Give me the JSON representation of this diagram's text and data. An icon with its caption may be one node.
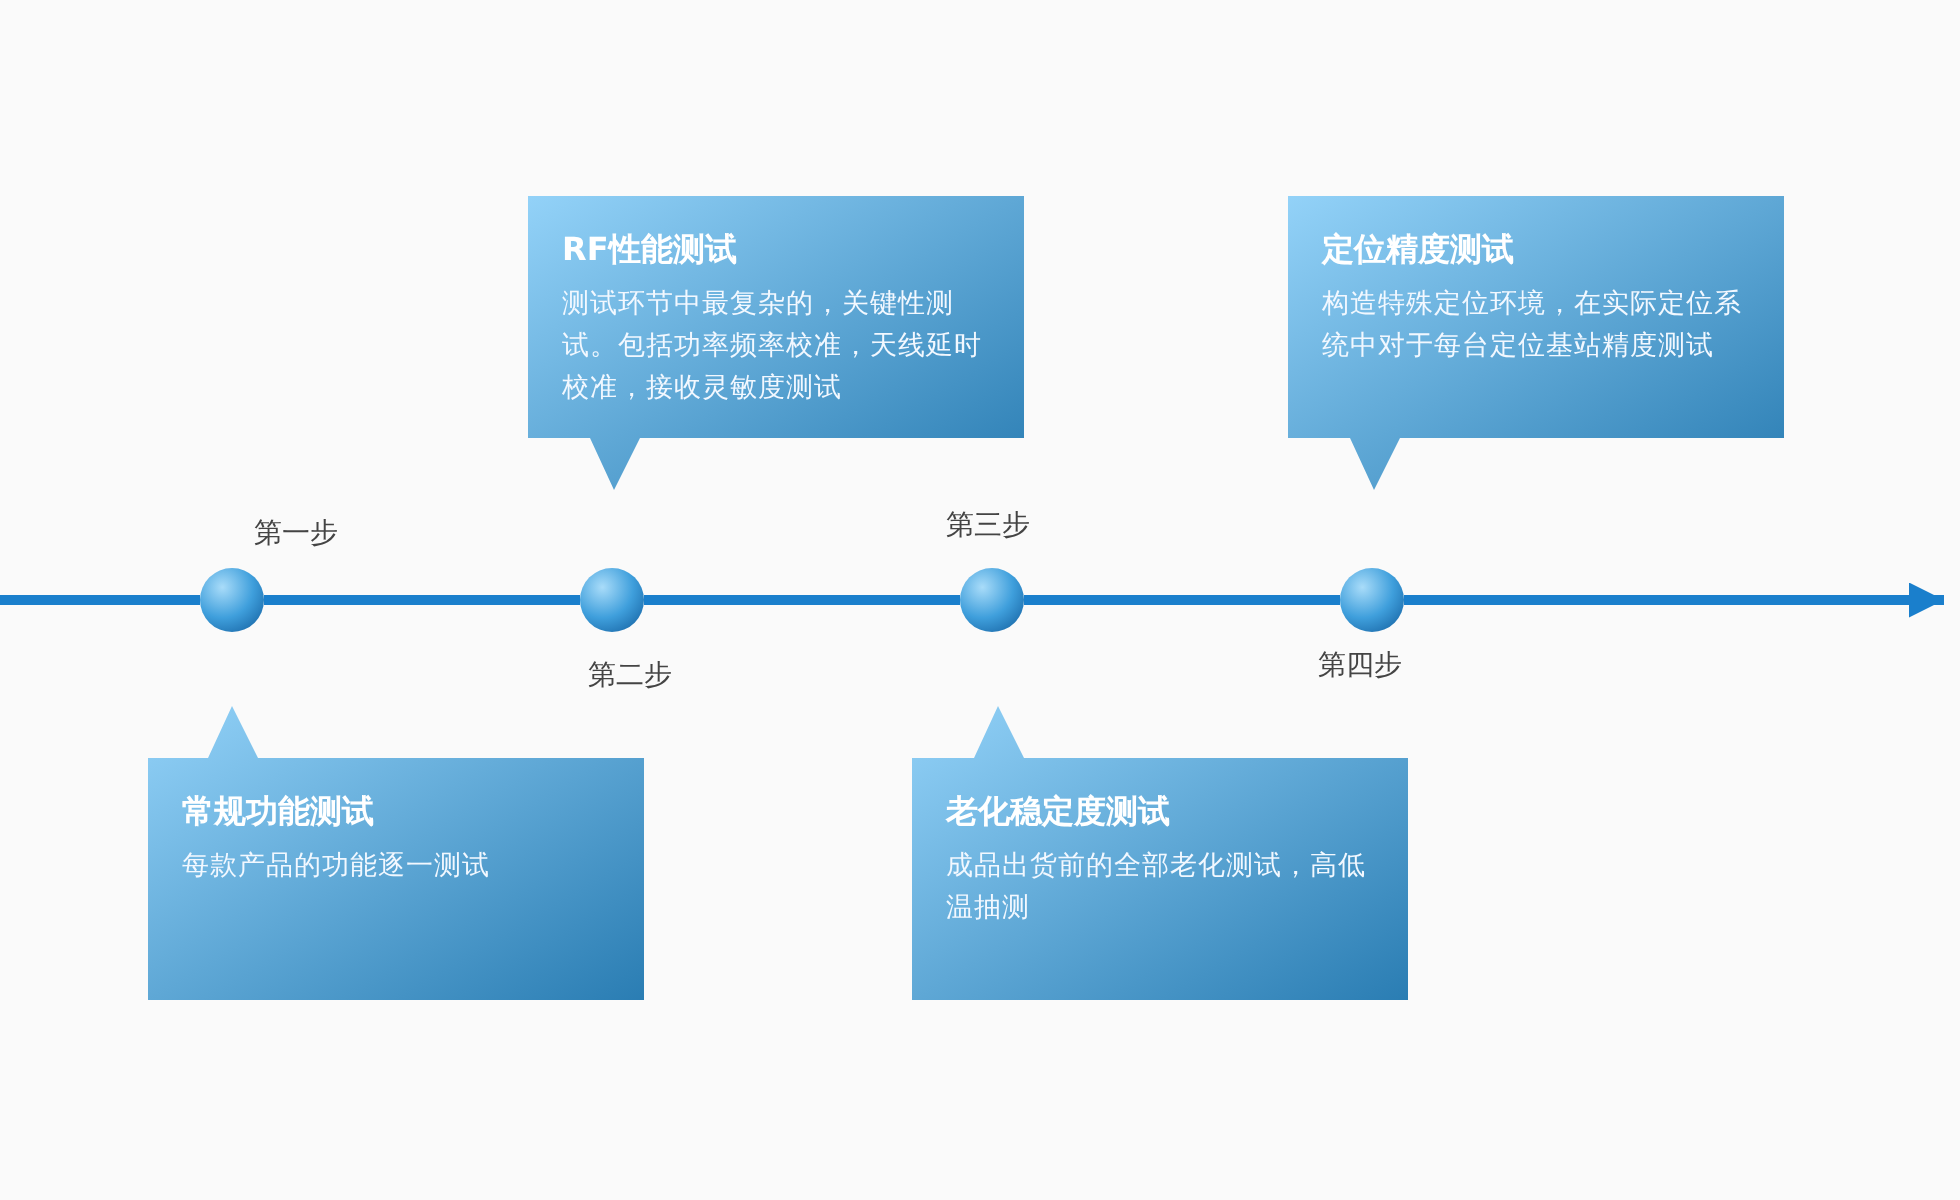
{
  "diagram": {
    "nodes": [
      {
        "text": [
          "RF性能测试",
          "测试环节中最复杂的，关键性测试。包括功率频率校准，天线延时校准，接收灵敏度测试"
        ]
      },
      {
        "text": [
          "定位精度测试",
          "构造特殊定位环境，在实际定位系统中对于每台定位基站精度测试"
        ]
      },
      {
        "text": [],
        "shape": "circle",
        "beside": [
          "第一步"
        ]
      },
      {
        "text": [],
        "shape": "circle",
        "beside": [
          "第二步"
        ]
      },
      {
        "text": [],
        "shape": "circle",
        "beside": [
          "第三步"
        ]
      },
      {
        "text": [],
        "shape": "circle",
        "beside": [
          "第四步"
        ]
      },
      {
        "text": [
          "常规功能测试",
          "每款产品的功能逐一测试"
        ]
      },
      {
        "text": [
          "老化稳定度测试",
          "成品出货前的全部老化测试，高低温抽测"
        ]
      }
    ],
    "edges": [
      {
        "from": null,
        "to": 2,
        "arrow": "none"
      },
      {
        "from": 2,
        "to": 3,
        "arrow": "none"
      },
      {
        "from": 3,
        "to": 4,
        "arrow": "none"
      },
      {
        "from": 4,
        "to": 5,
        "arrow": "none"
      },
      {
        "from": 5,
        "to": null,
        "arrow": "to"
      }
    ]
  }
}
